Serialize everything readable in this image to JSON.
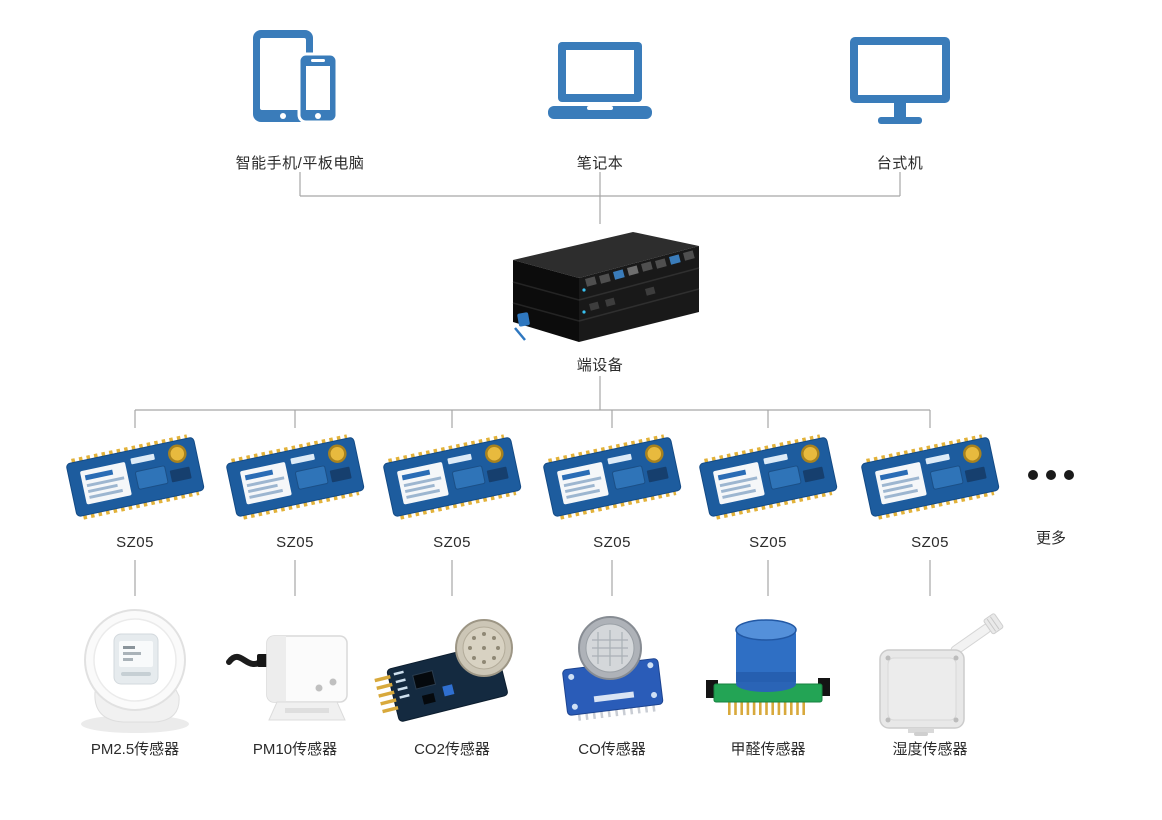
{
  "palette": {
    "device_blue": "#3a7cba",
    "line_grey": "#a6a6a6",
    "text": "#2b2b2b",
    "module_board_blue": "#1d5c9e",
    "pin_gold": "#e2b23a"
  },
  "clients": [
    {
      "label": "智能手机/平板电脑"
    },
    {
      "label": "笔记本"
    },
    {
      "label": "台式机"
    }
  ],
  "gateway": {
    "label": "端设备"
  },
  "modules": [
    {
      "label": "SZ05"
    },
    {
      "label": "SZ05"
    },
    {
      "label": "SZ05"
    },
    {
      "label": "SZ05"
    },
    {
      "label": "SZ05"
    },
    {
      "label": "SZ05"
    }
  ],
  "more": {
    "label": "更多"
  },
  "sensors": [
    {
      "label": "PM2.5传感器"
    },
    {
      "label": "PM10传感器"
    },
    {
      "label": "CO2传感器"
    },
    {
      "label": "CO传感器"
    },
    {
      "label": "甲醛传感器"
    },
    {
      "label": "湿度传感器"
    }
  ]
}
